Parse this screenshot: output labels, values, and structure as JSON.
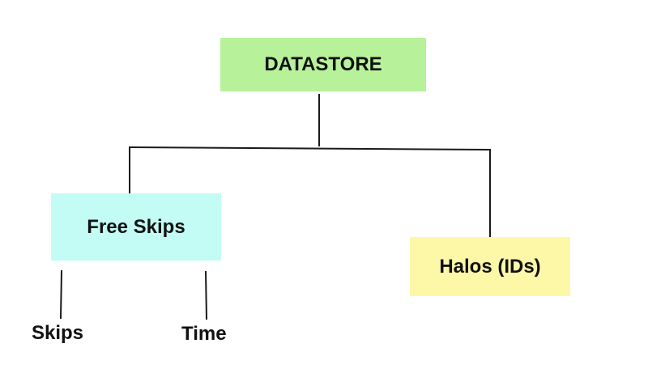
{
  "colors": {
    "root_fill": "#b7f29a",
    "free_skips_fill": "#c2fcf5",
    "halos_fill": "#fdf8a8",
    "connector": "#1a1a1a"
  },
  "root": {
    "label": "DATASTORE"
  },
  "children": [
    {
      "label": "Free Skips",
      "leaves": [
        {
          "label": "Skips"
        },
        {
          "label": "Time"
        }
      ]
    },
    {
      "label": "Halos (IDs)",
      "leaves": []
    }
  ]
}
